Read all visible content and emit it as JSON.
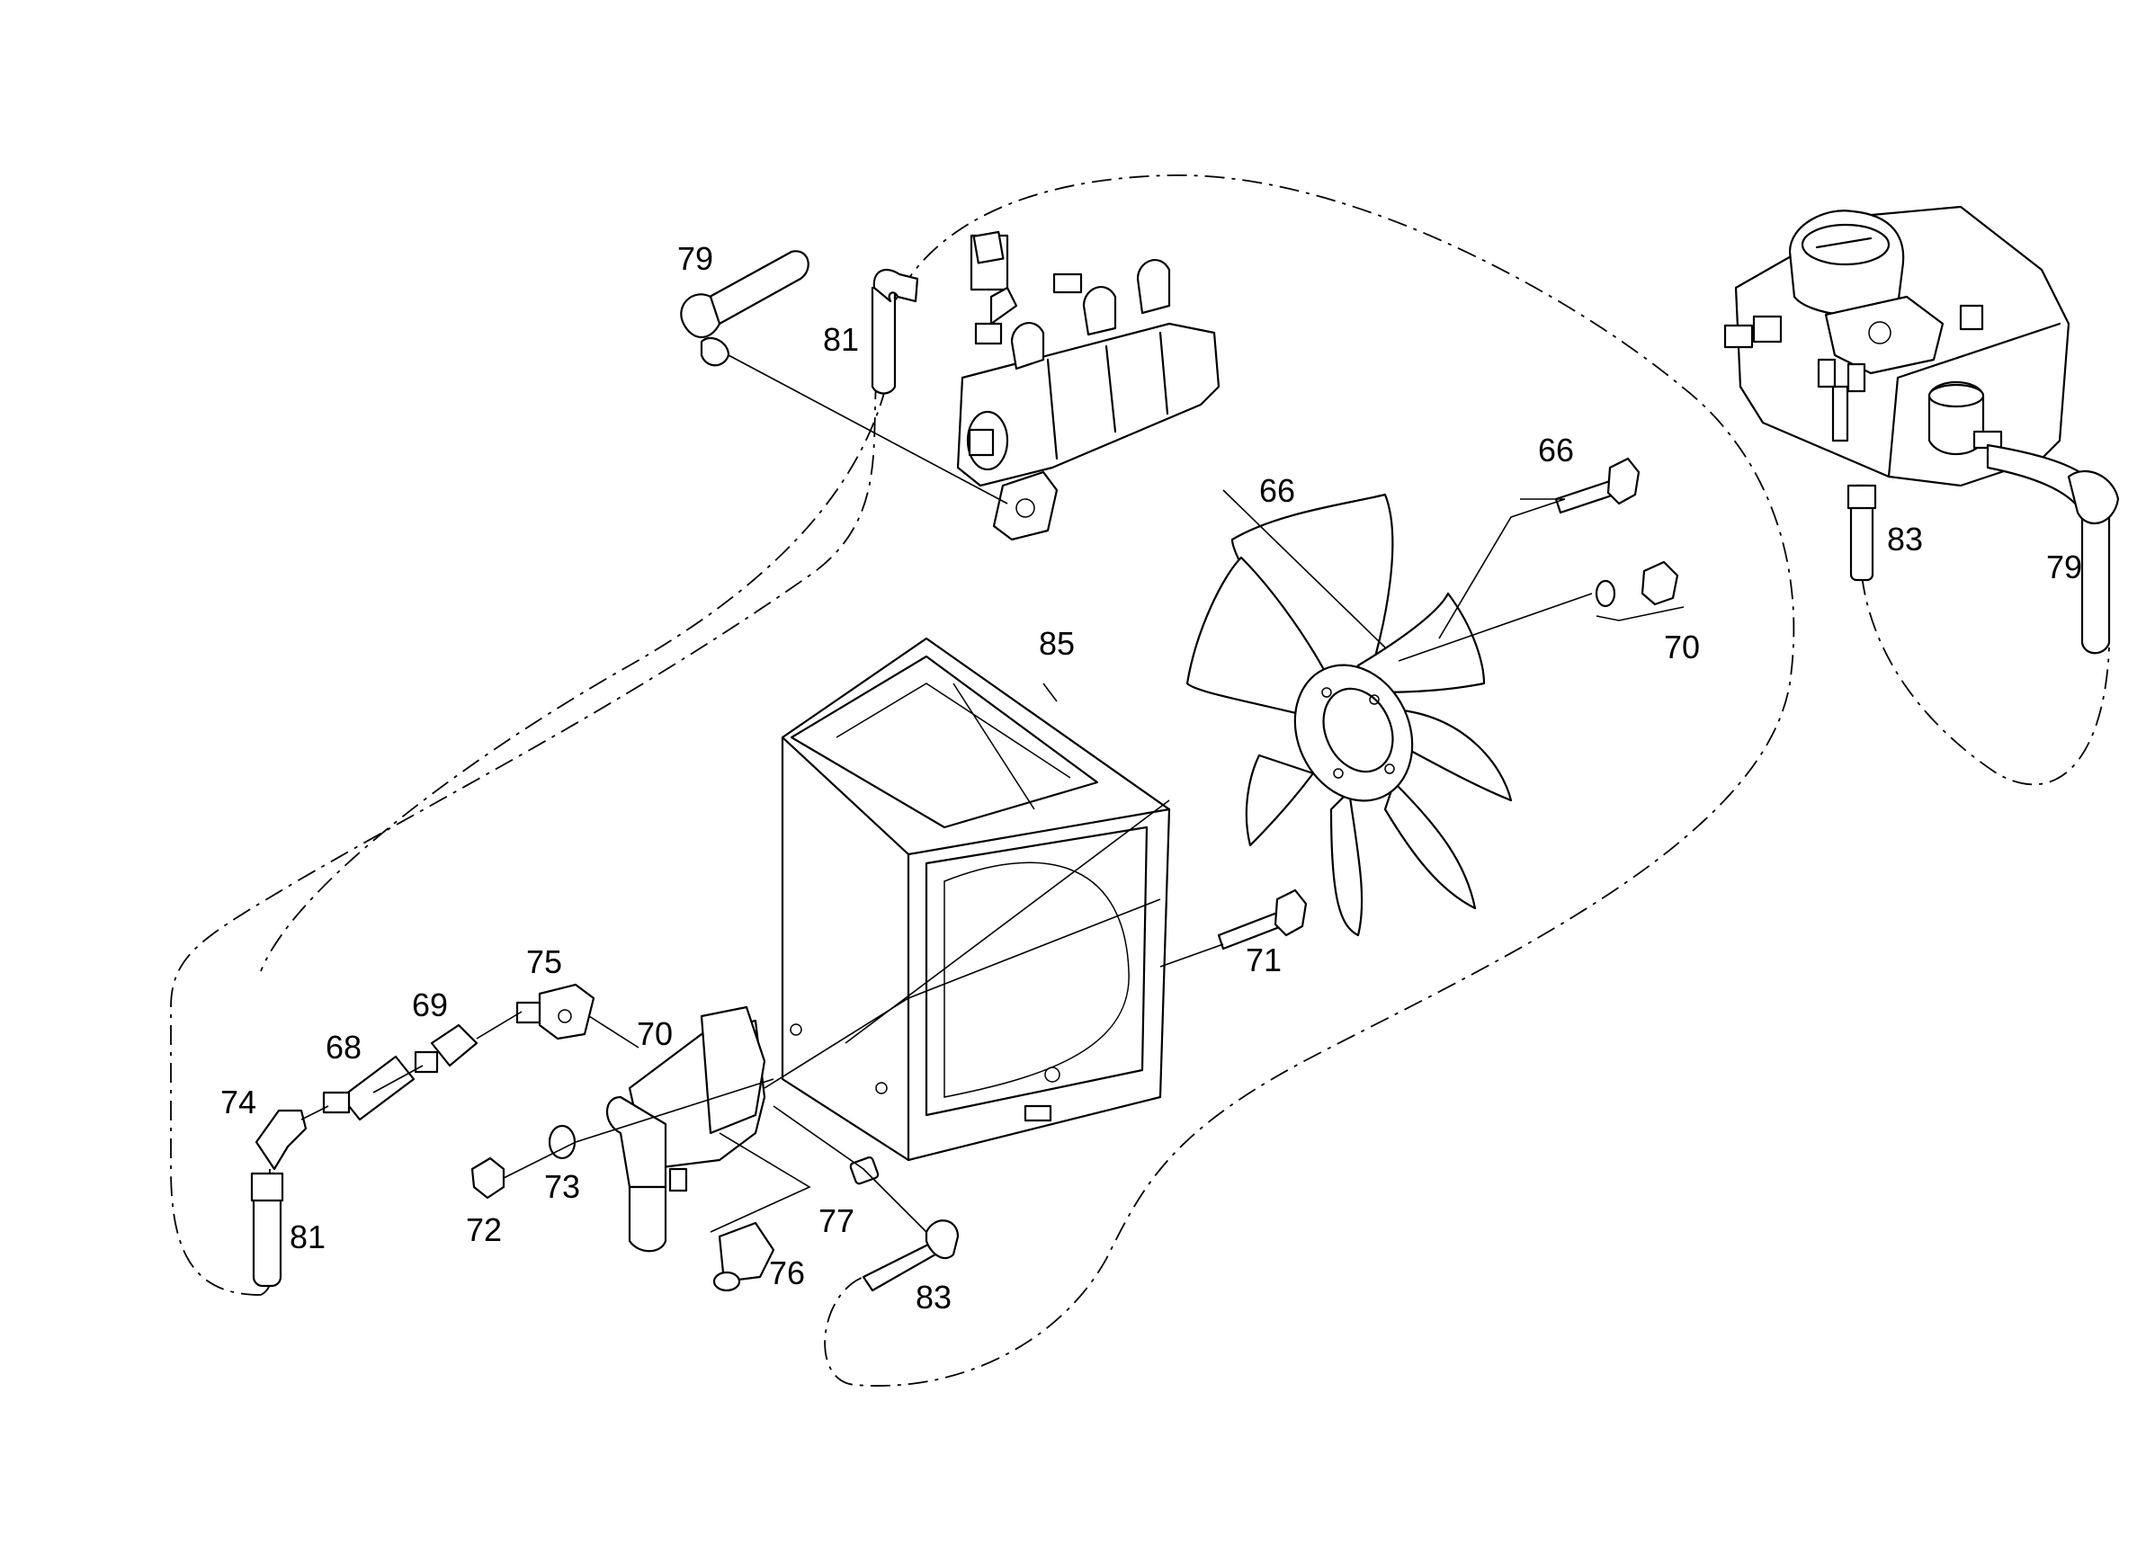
{
  "callouts": {
    "c66_bolt": "66",
    "c66_fan": "66",
    "c68": "68",
    "c69": "69",
    "c70_pump": "70",
    "c70_nut": "70",
    "c71": "71",
    "c72": "72",
    "c73": "73",
    "c74": "74",
    "c75": "75",
    "c76": "76",
    "c77": "77",
    "c79_top": "79",
    "c79_right": "79",
    "c81_top": "81",
    "c81_left": "81",
    "c83_right": "83",
    "c83_bottom": "83",
    "c85": "85"
  }
}
